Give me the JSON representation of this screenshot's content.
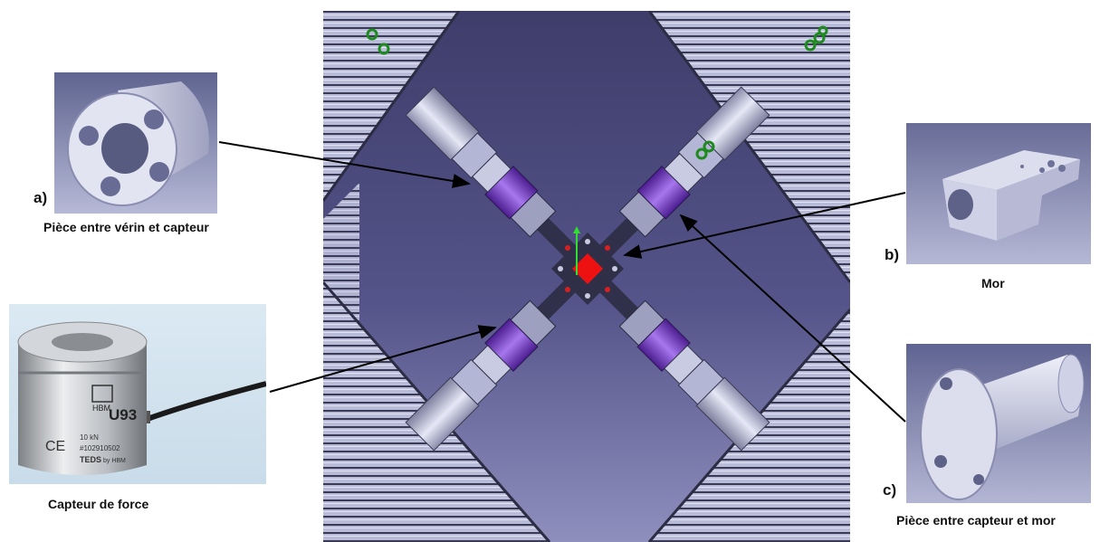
{
  "labels": {
    "a_tag": "a)",
    "a_caption": "Pièce entre vérin et capteur",
    "b_tag": "b)",
    "b_caption": "Mor",
    "c_tag": "c)",
    "c_caption": "Pièce entre capteur et mor",
    "sensor_caption": "Capteur de force"
  },
  "sensor": {
    "brand": "HBM",
    "model": "U93",
    "rating": "10 kN",
    "serial": "#102910502",
    "teds": "TEDS",
    "teds_by": "by HBM",
    "ce": "CE"
  }
}
